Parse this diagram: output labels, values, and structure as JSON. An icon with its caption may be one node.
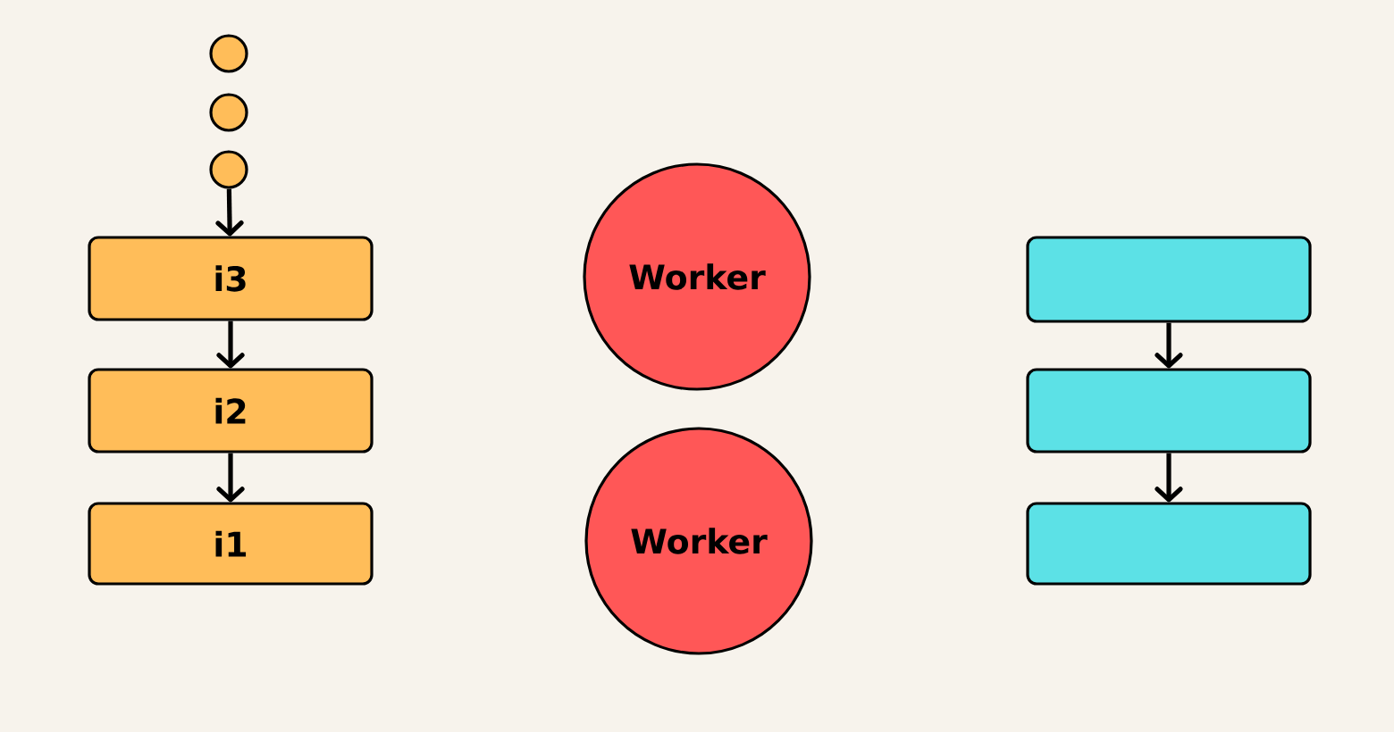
{
  "diagram": {
    "nodes": [
      {
        "text": [],
        "shape": "circle"
      },
      {
        "text": [],
        "shape": "circle"
      },
      {
        "text": [],
        "shape": "circle"
      },
      {
        "text": [
          "i3"
        ]
      },
      {
        "text": [
          "i2"
        ]
      },
      {
        "text": [
          "i1"
        ]
      },
      {
        "text": [
          "Worker"
        ]
      },
      {
        "text": [
          "Worker"
        ]
      },
      {
        "text": [],
        "shape": "box"
      },
      {
        "text": [],
        "shape": "box"
      },
      {
        "text": [],
        "shape": "box"
      }
    ],
    "edges": [
      {
        "from": 2,
        "to": 3,
        "arrow": "to"
      },
      {
        "from": 3,
        "to": 4,
        "arrow": "to"
      },
      {
        "from": 4,
        "to": 5,
        "arrow": "to"
      },
      {
        "from": 8,
        "to": 9,
        "arrow": "to"
      },
      {
        "from": 9,
        "to": 10,
        "arrow": "to"
      }
    ]
  }
}
